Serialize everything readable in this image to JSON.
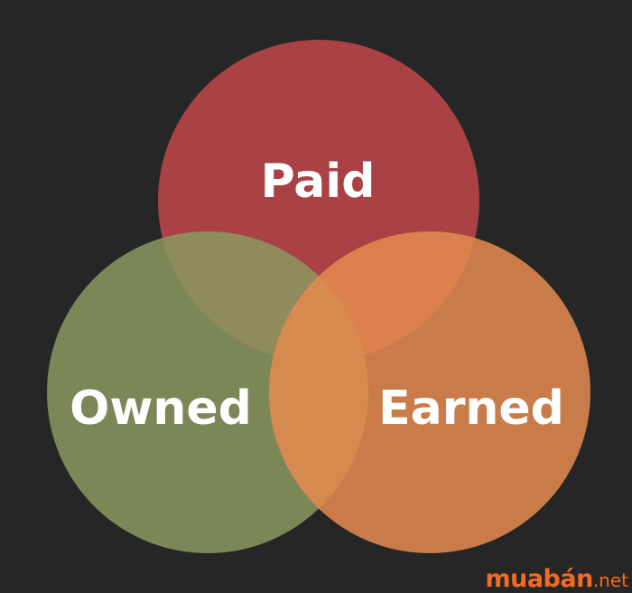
{
  "venn": {
    "circles": [
      {
        "key": "paid",
        "label": "Paid",
        "color": "#c0474a"
      },
      {
        "key": "owned",
        "label": "Owned",
        "color": "#8b9761"
      },
      {
        "key": "earned",
        "label": "Earned",
        "color": "#e48a4f"
      }
    ],
    "background": "#262626",
    "label_color": "#ffffff"
  },
  "watermark": {
    "brand": "muabán",
    "tld": ".net",
    "color": "#f26b22"
  }
}
